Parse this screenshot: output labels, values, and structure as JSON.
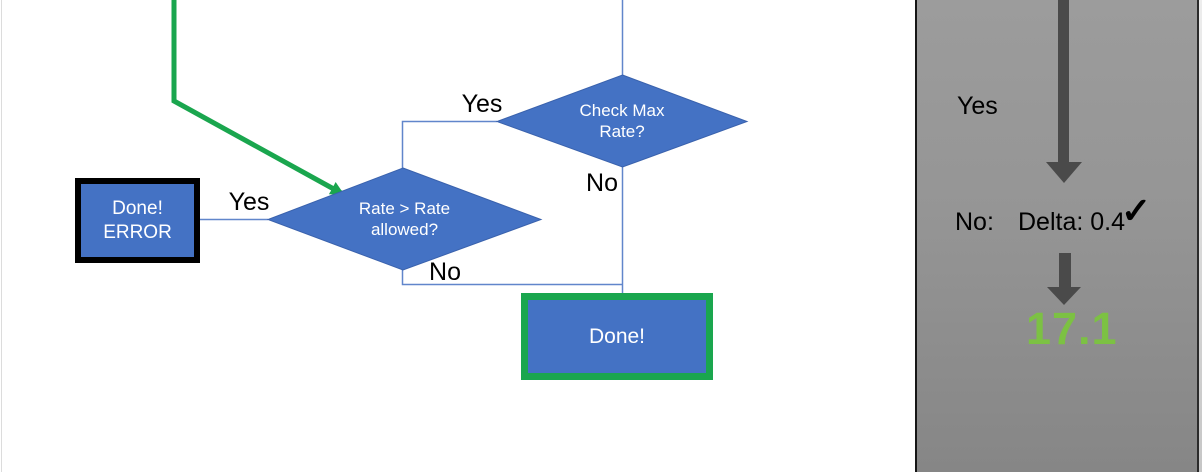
{
  "flowchart": {
    "check_max_diamond": {
      "line1": "Check Max",
      "line2": "Rate?"
    },
    "rate_diamond": {
      "line1": "Rate > Rate",
      "line2": "allowed?"
    },
    "error_box": {
      "line1": "Done!",
      "line2": "ERROR"
    },
    "done_box": {
      "label": "Done!"
    },
    "labels": {
      "check_yes": "Yes",
      "check_no": "No",
      "rate_yes": "Yes",
      "rate_no": "No"
    }
  },
  "panel": {
    "yes_label": "Yes",
    "no_label": "No:",
    "delta_value": "Delta: 0.4",
    "check_icon": "✓",
    "result_value": "17.1"
  },
  "colors": {
    "shape_blue": "#4472C4",
    "connector_blue": "#6186CB",
    "accent_green": "#1AA64E",
    "result_green": "#7CC143",
    "arrow_gray": "#4A4A4A",
    "panel_gray_top": "#9C9C9C",
    "panel_gray_bottom": "#868686"
  }
}
